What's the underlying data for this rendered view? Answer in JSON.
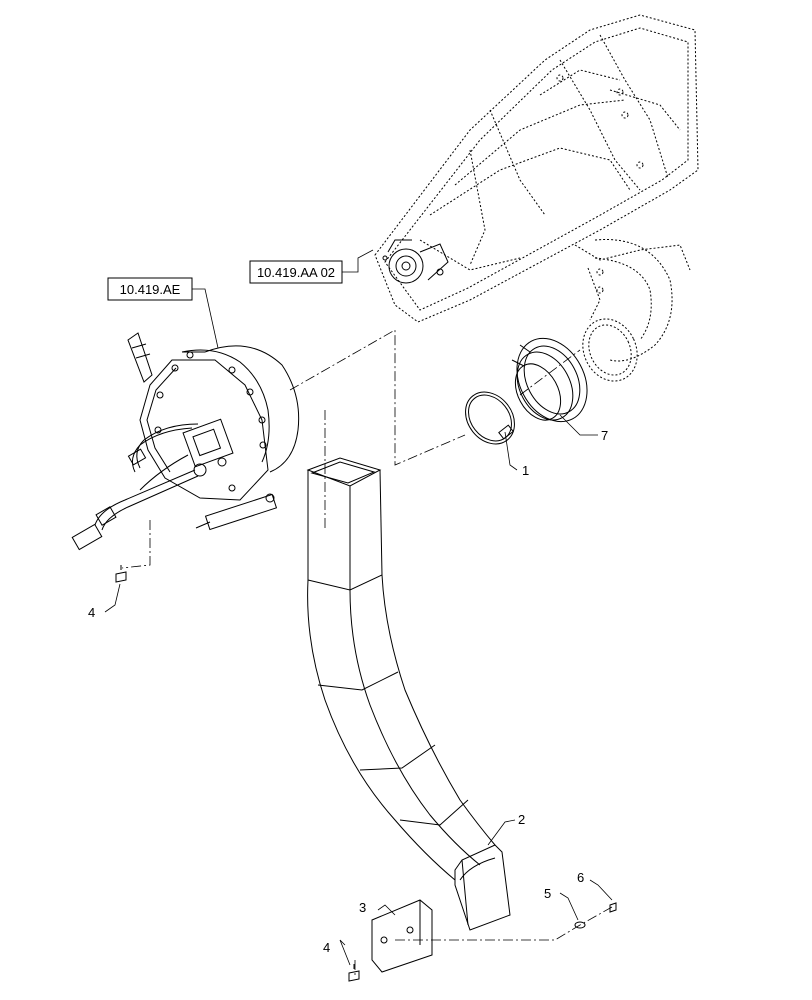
{
  "references": [
    {
      "id": "ref-aa02",
      "text": "10.419.AA 02"
    },
    {
      "id": "ref-ae",
      "text": "10.419.AE"
    }
  ],
  "callouts": [
    "1",
    "7",
    "4",
    "2",
    "3",
    "4",
    "5",
    "6"
  ]
}
